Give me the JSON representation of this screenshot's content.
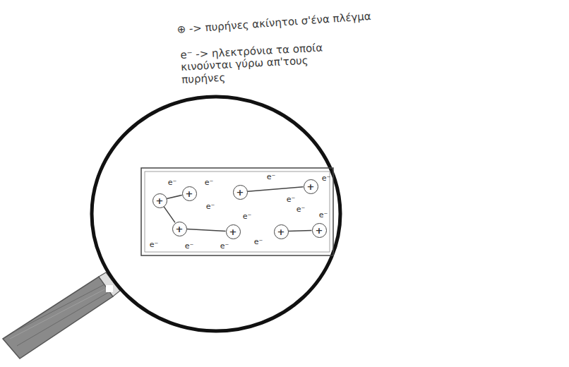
{
  "diagram": {
    "nodes": [
      {
        "text": [
          "+"
        ]
      },
      {
        "text": [
          "+"
        ]
      },
      {
        "text": [
          "+"
        ]
      },
      {
        "text": [
          "+"
        ]
      },
      {
        "text": [
          "+"
        ]
      },
      {
        "text": [
          "+"
        ]
      },
      {
        "text": [
          "+"
        ]
      },
      {
        "text": [
          "+"
        ]
      }
    ],
    "edges": [
      {
        "from": 0,
        "to": 1,
        "arrow": "none"
      },
      {
        "from": 2,
        "to": 3,
        "arrow": "none"
      },
      {
        "from": 4,
        "to": 5,
        "arrow": "none"
      },
      {
        "from": 6,
        "to": 7,
        "arrow": "none"
      },
      {
        "from": 0,
        "to": 4,
        "arrow": "none"
      }
    ],
    "labels": [
      "⊕ -> πυρήνες ακίνητοι σ'ένα πλέγμα",
      "e⁻ -> ηλεκτρόνια τα οποία κινούνται γύρω απ'τους πυρήνες",
      "e⁻",
      "e⁻",
      "e⁻",
      "e⁻",
      "e⁻",
      "e⁻",
      "e⁻",
      "e⁻",
      "e⁻",
      "e⁻",
      "e⁻",
      "e⁻",
      "e⁻"
    ]
  }
}
